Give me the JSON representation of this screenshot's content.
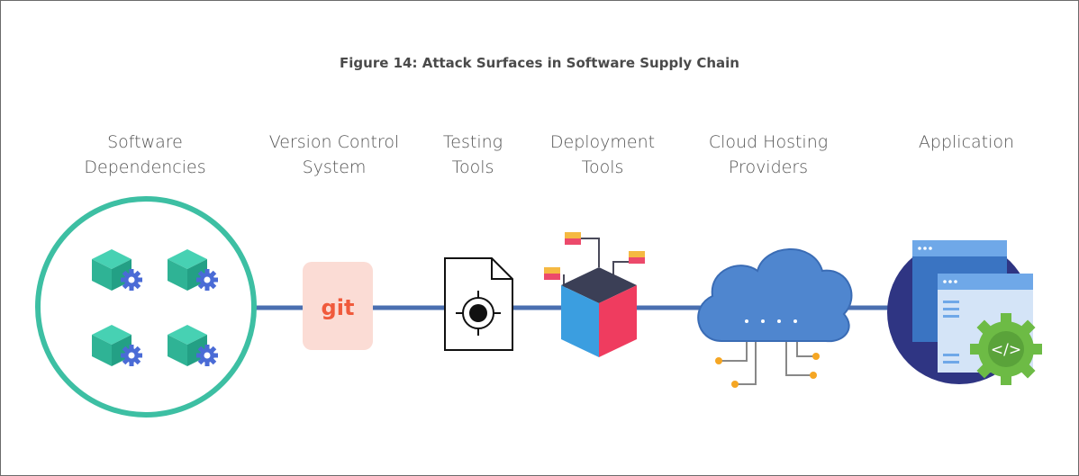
{
  "figure": {
    "title": "Figure 14: Attack Surfaces in Software Supply Chain"
  },
  "stages": [
    {
      "line1": "Software",
      "line2": "Dependencies",
      "icon": "dependencies-cubes-icon"
    },
    {
      "line1": "Version Control",
      "line2": "System",
      "icon": "git-icon"
    },
    {
      "line1": "Testing",
      "line2": "Tools",
      "icon": "target-document-icon"
    },
    {
      "line1": "Deployment",
      "line2": "Tools",
      "icon": "deployment-cube-icon"
    },
    {
      "line1": "Cloud Hosting",
      "line2": "Providers",
      "icon": "cloud-icon"
    },
    {
      "line1": "Application",
      "line2": "",
      "icon": "application-window-icon"
    }
  ],
  "git_badge": "git",
  "colors": {
    "connector": "#4a6fb0",
    "teal": "#3dbfa3",
    "git_bg": "#fbdcd5",
    "git_text": "#f05a3c",
    "cloud": "#4f86cf",
    "app_circle": "#2f3583",
    "gear_green": "#6dbb45"
  }
}
